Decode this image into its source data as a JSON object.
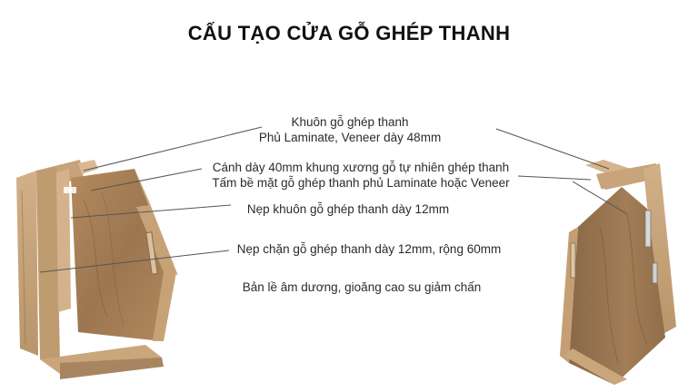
{
  "title": "CẤU TẠO CỬA GỖ GHÉP THANH",
  "labels": {
    "frame_line1": "Khuôn gỗ ghép thanh",
    "frame_line2": "Phủ Laminate, Veneer dày 48mm",
    "leaf_line1": "Cánh dày 40mm khung xương gỗ tự nhiên ghép thanh",
    "leaf_line2": "Tấm bề mặt gỗ ghép thanh phủ Laminate hoặc Veneer",
    "casing": "Nẹp khuôn gỗ ghép thanh dày 12mm",
    "stop": "Nẹp chặn gỗ ghép thanh dày 12mm, rộng 60mm",
    "hinge": "Bản lề âm dương, gioăng cao su giảm chấn"
  },
  "colors": {
    "wood_light": "#c9a478",
    "wood_mid": "#a8835a",
    "wood_dark": "#7a5a3c",
    "leader_line": "#555555"
  }
}
